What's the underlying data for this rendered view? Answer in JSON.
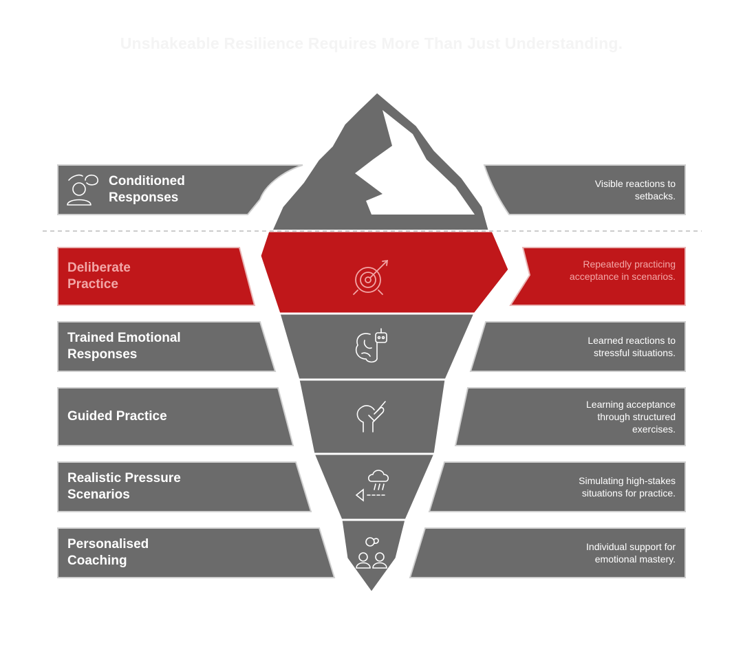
{
  "title": "Unshakeable Resilience Requires More Than Just Understanding.",
  "layers": [
    {
      "label": "Conditioned Responses",
      "description": "Visible reactions to setbacks.",
      "icon": "person-thinking-icon",
      "highlighted": false
    },
    {
      "label": "Deliberate Practice",
      "description": "Repeatedly practicing acceptance in scenarios.",
      "icon": "target-icon",
      "highlighted": true
    },
    {
      "label": "Trained Emotional Responses",
      "description": "Learned reactions to stressful situations.",
      "icon": "brain-robot-icon",
      "highlighted": false
    },
    {
      "label": "Guided Practice",
      "description": "Learning acceptance through structured exercises.",
      "icon": "hand-guidance-icon",
      "highlighted": false
    },
    {
      "label": "Realistic Pressure Scenarios",
      "description": "Simulating high-stakes situations for practice.",
      "icon": "storm-cloud-icon",
      "highlighted": false
    },
    {
      "label": "Personalised Coaching",
      "description": "Individual support for emotional mastery.",
      "icon": "coach-trainee-icon",
      "highlighted": false
    }
  ],
  "colors": {
    "band": "#6b6b6b",
    "highlight": "#c0171a",
    "highlight_text": "#f2a7a7",
    "iceberg_tip": "#ffffff",
    "waterline": "#bbbbbb"
  }
}
